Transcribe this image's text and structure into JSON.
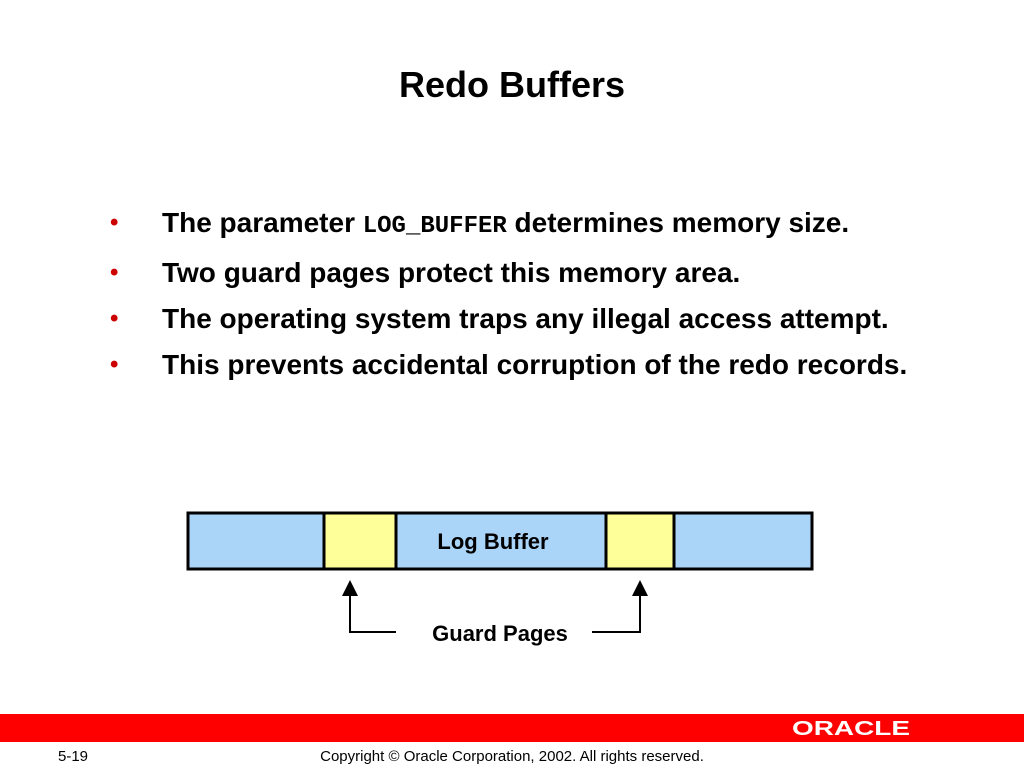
{
  "slide": {
    "title": "Redo Buffers",
    "bullets": [
      {
        "pre": "The parameter ",
        "code": "LOG_BUFFER",
        "post": " determines memory size."
      },
      {
        "text": "Two guard pages protect this memory area."
      },
      {
        "text": "The operating system traps any illegal access attempt."
      },
      {
        "text": "This prevents accidental corruption of the redo records."
      }
    ],
    "bullet_symbol": "•",
    "bullet_color": "#cc0000"
  },
  "diagram": {
    "buffer_label": "Log Buffer",
    "guard_label": "Guard Pages",
    "memory_color": "#aad4f8",
    "guard_color": "#ffff99"
  },
  "footer": {
    "page_number": "5-19",
    "copyright": "Copyright © Oracle Corporation, 2002. All rights reserved.",
    "logo_text": "ORACLE",
    "bar_color": "#ff0000"
  }
}
